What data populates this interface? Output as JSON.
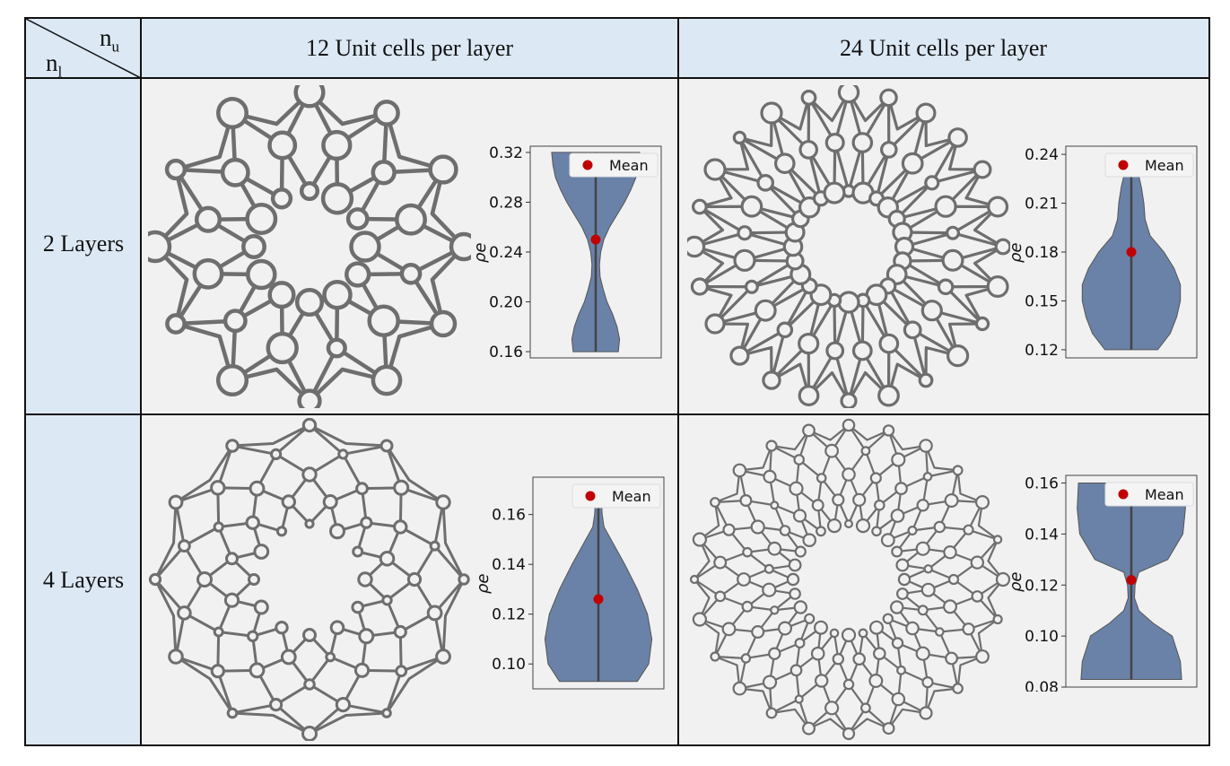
{
  "header": {
    "corner_upper": "n",
    "corner_upper_sub": "u",
    "corner_lower": "n",
    "corner_lower_sub": "l",
    "col1": "12 Unit cells per layer",
    "col2": "24 Unit cells per layer"
  },
  "rows": [
    {
      "label": "2 Layers"
    },
    {
      "label": "4 Layers"
    }
  ],
  "colors": {
    "header_bg": "#dce9f5",
    "cell_bg": "#f1f1f1",
    "lattice_stroke": "#6e6e6e",
    "violin_fill": "#6a82a8",
    "mean_marker": "#c00000"
  },
  "chart_data": [
    {
      "type": "violin",
      "panel": "2 Layers / 12 Unit cells per layer",
      "ylabel": "ρe",
      "ylim": [
        0.155,
        0.325
      ],
      "yticks": [
        "0.16",
        "0.20",
        "0.24",
        "0.28",
        "0.32"
      ],
      "legend": "Mean",
      "legend_position": "top-right",
      "mean": 0.25,
      "shape": [
        [
          0.16,
          0.36
        ],
        [
          0.17,
          0.38
        ],
        [
          0.18,
          0.34
        ],
        [
          0.19,
          0.27
        ],
        [
          0.2,
          0.18
        ],
        [
          0.21,
          0.12
        ],
        [
          0.22,
          0.07
        ],
        [
          0.23,
          0.06
        ],
        [
          0.24,
          0.08
        ],
        [
          0.25,
          0.13
        ],
        [
          0.26,
          0.22
        ],
        [
          0.27,
          0.34
        ],
        [
          0.28,
          0.46
        ],
        [
          0.29,
          0.56
        ],
        [
          0.3,
          0.64
        ],
        [
          0.31,
          0.68
        ],
        [
          0.32,
          0.7
        ]
      ]
    },
    {
      "type": "violin",
      "panel": "2 Layers / 24 Unit cells per layer",
      "ylabel": "ρe",
      "ylim": [
        0.115,
        0.245
      ],
      "yticks": [
        "0.12",
        "0.15",
        "0.18",
        "0.21",
        "0.24"
      ],
      "legend": "Mean",
      "legend_position": "top-right",
      "mean": 0.18,
      "shape": [
        [
          0.12,
          0.42
        ],
        [
          0.13,
          0.62
        ],
        [
          0.14,
          0.72
        ],
        [
          0.15,
          0.78
        ],
        [
          0.16,
          0.78
        ],
        [
          0.17,
          0.68
        ],
        [
          0.18,
          0.52
        ],
        [
          0.19,
          0.3
        ],
        [
          0.2,
          0.22
        ],
        [
          0.21,
          0.2
        ],
        [
          0.22,
          0.16
        ],
        [
          0.23,
          0.1
        ],
        [
          0.24,
          0.12
        ]
      ]
    },
    {
      "type": "violin",
      "panel": "4 Layers / 12 Unit cells per layer",
      "ylabel": "ρe",
      "ylim": [
        0.09,
        0.175
      ],
      "yticks": [
        "0.10",
        "0.12",
        "0.14",
        "0.16"
      ],
      "legend": "Mean",
      "legend_position": "top-right",
      "mean": 0.126,
      "shape": [
        [
          0.093,
          0.62
        ],
        [
          0.1,
          0.8
        ],
        [
          0.11,
          0.85
        ],
        [
          0.12,
          0.78
        ],
        [
          0.13,
          0.62
        ],
        [
          0.14,
          0.42
        ],
        [
          0.15,
          0.2
        ],
        [
          0.155,
          0.09
        ],
        [
          0.16,
          0.06
        ],
        [
          0.165,
          0.05
        ],
        [
          0.17,
          0.05
        ]
      ]
    },
    {
      "type": "violin",
      "panel": "4 Layers / 24 Unit cells per layer",
      "ylabel": "ρe",
      "ylim": [
        0.08,
        0.163
      ],
      "yticks": [
        "0.08",
        "0.10",
        "0.12",
        "0.14",
        "0.16"
      ],
      "legend": "Mean",
      "legend_position": "top-right",
      "mean": 0.122,
      "shape": [
        [
          0.083,
          0.8
        ],
        [
          0.09,
          0.78
        ],
        [
          0.1,
          0.65
        ],
        [
          0.105,
          0.35
        ],
        [
          0.11,
          0.12
        ],
        [
          0.115,
          0.05
        ],
        [
          0.12,
          0.06
        ],
        [
          0.125,
          0.12
        ],
        [
          0.13,
          0.58
        ],
        [
          0.14,
          0.82
        ],
        [
          0.15,
          0.86
        ],
        [
          0.16,
          0.84
        ]
      ]
    }
  ]
}
